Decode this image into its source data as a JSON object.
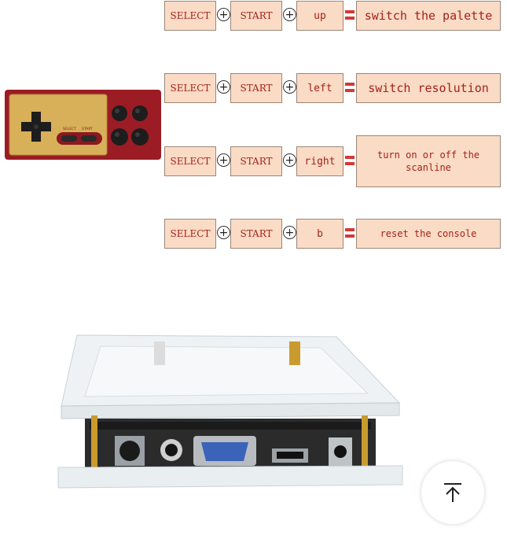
{
  "combos": [
    {
      "keys": [
        "SELECT",
        "START",
        "up"
      ],
      "result": "switch the palette",
      "small": false
    },
    {
      "keys": [
        "SELECT",
        "START",
        "left"
      ],
      "result": "switch resolution",
      "small": false
    },
    {
      "keys": [
        "SELECT",
        "START",
        "right"
      ],
      "result": "turn on or off the scanline",
      "small": true
    },
    {
      "keys": [
        "SELECT",
        "START",
        "b"
      ],
      "result": "reset the console",
      "small": true
    }
  ],
  "controller": {
    "select_label": "SELECT",
    "start_label": "START"
  },
  "colors": {
    "key_fill": "#fadbc5",
    "key_text": "#a4221a",
    "equals": "#d23a36",
    "controller_red": "#9b1c24",
    "controller_gold": "#d9b05a"
  },
  "icons": {
    "plus": "plus-circle-icon",
    "equals": "equals-icon",
    "scroll_top": "arrow-up-to-top-icon"
  }
}
